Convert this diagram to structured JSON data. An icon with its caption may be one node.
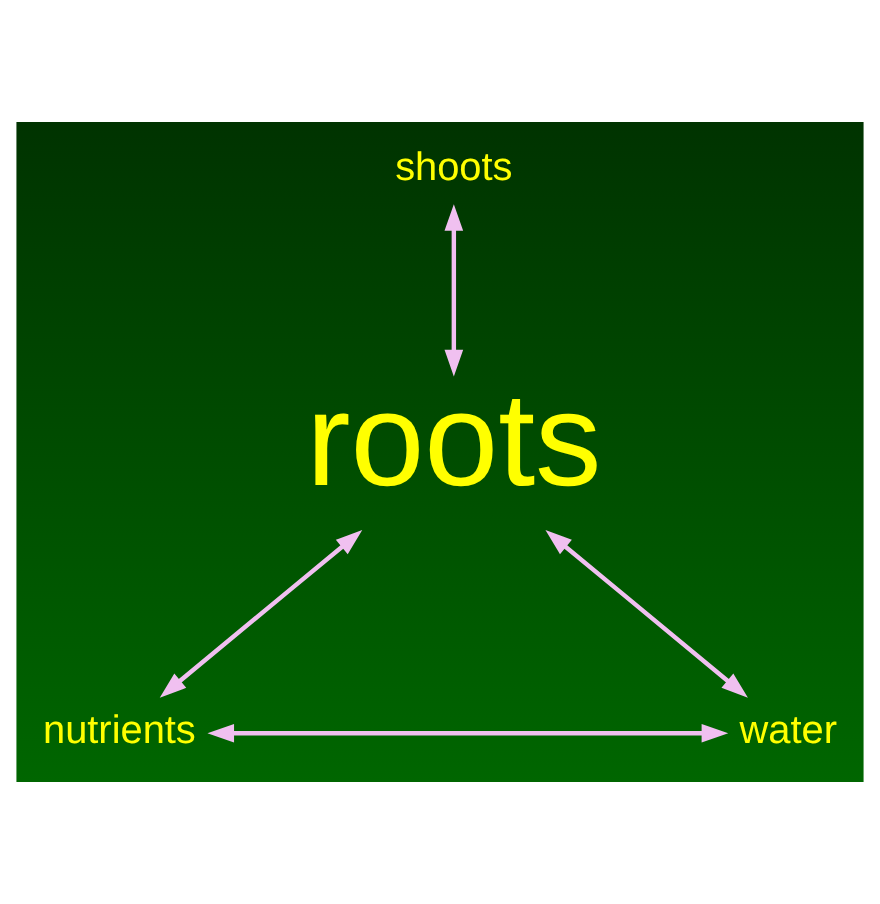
{
  "diagram": {
    "nodes": [
      {
        "text": [
          "shoots"
        ]
      },
      {
        "text": [
          "roots"
        ]
      },
      {
        "text": [
          "nutrients"
        ]
      },
      {
        "text": [
          "water"
        ]
      }
    ],
    "edges": [
      {
        "from": 0,
        "to": 1,
        "arrow": "both"
      },
      {
        "from": 1,
        "to": 2,
        "arrow": "both"
      },
      {
        "from": 1,
        "to": 3,
        "arrow": "both"
      },
      {
        "from": 2,
        "to": 3,
        "arrow": "both"
      }
    ]
  }
}
